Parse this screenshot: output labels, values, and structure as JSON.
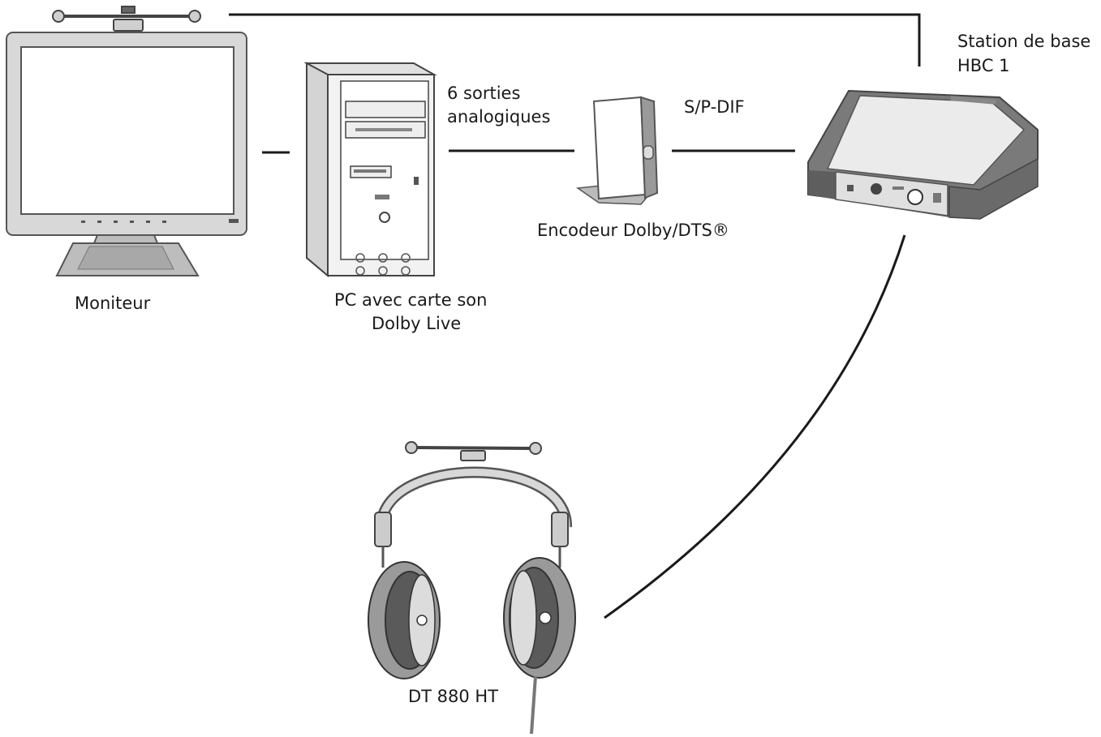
{
  "labels": {
    "monitor": "Moniteur",
    "pc_line1": "PC avec carte son",
    "pc_line2": "Dolby Live",
    "analog_line1": "6 sorties",
    "analog_line2": "analogiques",
    "spdif": "S/P-DIF",
    "encoder": "Encodeur Dolby/DTS®",
    "base_line1": "Station de base",
    "base_line2": "HBC 1",
    "headphones": "DT 880 HT"
  },
  "colors": {
    "line": "#1a1a1a",
    "device_gray": "#8a8a8a",
    "device_dark": "#5a5a5a",
    "device_light": "#e6e6e6"
  }
}
